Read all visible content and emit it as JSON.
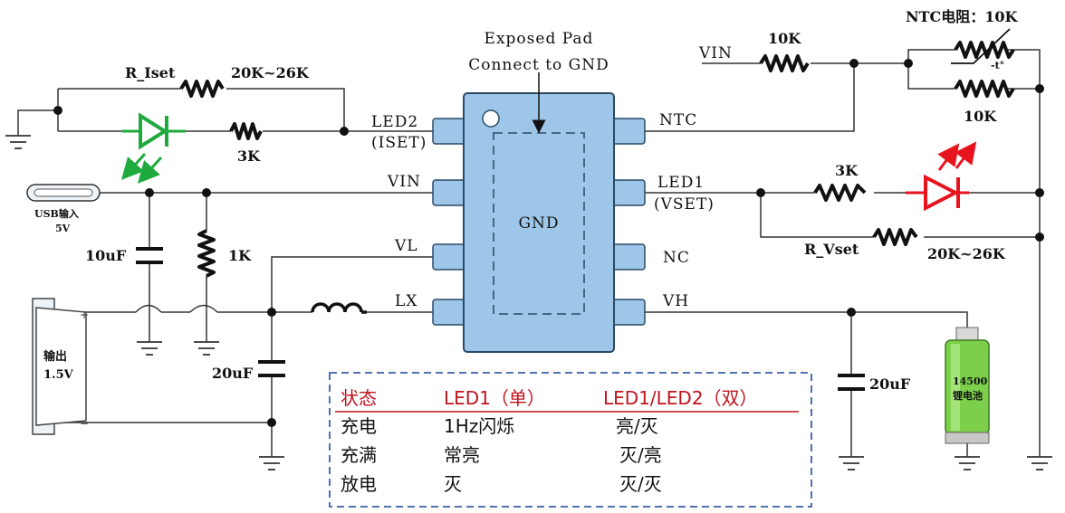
{
  "chip": {
    "pad_title_1": "Exposed Pad",
    "pad_title_2": "Connect to GND",
    "gnd": "GND",
    "pins_left": [
      "LED2",
      "(ISET)",
      "VIN",
      "VL",
      "LX"
    ],
    "pins_right": [
      "NTC",
      "LED1",
      "(VSET)",
      "NC",
      "VH"
    ]
  },
  "components": {
    "r_iset": "R_Iset",
    "r_iset_val": "20K~26K",
    "r_3k_left": "3K",
    "usb_label": "USB输入",
    "usb_volt": "5V",
    "cap_10uf": "10uF",
    "r_1k": "1K",
    "out_label": "输出",
    "out_volt": "1.5V",
    "cap_20uf_left": "20uF",
    "vin_right": "VIN",
    "r_10k_top": "10K",
    "ntc_label": "NTC电阻：10K",
    "ntc_t": "-t°",
    "r_10k_par": "10K",
    "r_3k_right": "3K",
    "r_vset": "R_Vset",
    "r_vset_val": "20K~26K",
    "cap_20uf_right": "20uF",
    "battery_1": "14500",
    "battery_2": "锂电池"
  },
  "table": {
    "headers": [
      "状态",
      "LED1（单）",
      "LED1/LED2（双）"
    ],
    "rows": [
      [
        "充电",
        "1Hz闪烁",
        "亮/灭"
      ],
      [
        "充满",
        "常亮",
        "灭/亮"
      ],
      [
        "放电",
        "灭",
        "灭/灭"
      ]
    ]
  },
  "colors": {
    "chip_fill": "#9dc6e8",
    "chip_stroke": "#2a4a66",
    "led_green": "#1eaa3c",
    "led_red": "#e8141d",
    "table_border": "#3d5ea8",
    "table_header": "#c0141d"
  }
}
